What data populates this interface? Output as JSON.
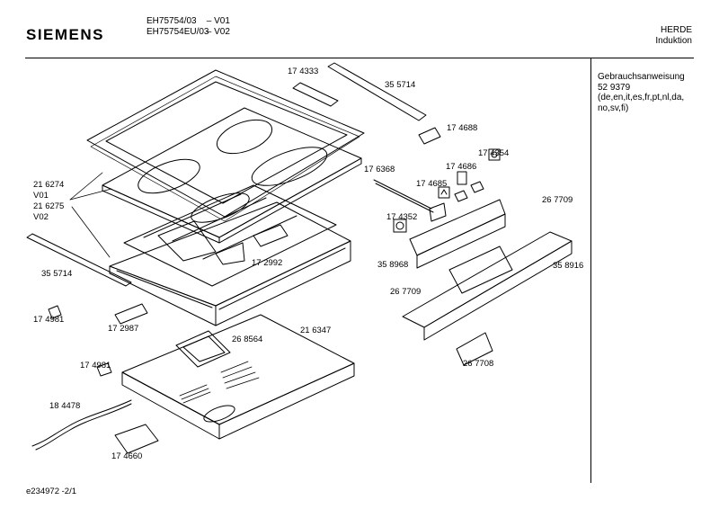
{
  "header": {
    "brand": "SIEMENS",
    "models": [
      {
        "code": "EH75754/03",
        "variant": "– V01"
      },
      {
        "code": "EH75754EU/03",
        "variant": "– V02"
      }
    ],
    "category": "HERDE",
    "subcategory": "Induktion"
  },
  "sidebar": {
    "lines": [
      "Gebrauchsanweisung",
      "52 9379",
      "(de,en,it,es,fr,pt,nl,da,",
      "no,sv,fi)"
    ]
  },
  "parts": [
    {
      "id": "p174333",
      "label": "17 4333"
    },
    {
      "id": "p355714a",
      "label": "35 5714"
    },
    {
      "id": "p174688",
      "label": "17 4688"
    },
    {
      "id": "p174354",
      "label": "17 4354"
    },
    {
      "id": "p176368",
      "label": "17 6368"
    },
    {
      "id": "p174686",
      "label": "17 4686"
    },
    {
      "id": "p174685",
      "label": "17 4685"
    },
    {
      "id": "p216274",
      "label": "21 6274"
    },
    {
      "id": "v01",
      "label": "V01"
    },
    {
      "id": "p216275",
      "label": "21 6275"
    },
    {
      "id": "v02",
      "label": "V02"
    },
    {
      "id": "p267709a",
      "label": "26 7709"
    },
    {
      "id": "p174352",
      "label": "17 4352"
    },
    {
      "id": "p172992",
      "label": "17 2992"
    },
    {
      "id": "p358968",
      "label": "35 8968"
    },
    {
      "id": "p358916",
      "label": "35 8916"
    },
    {
      "id": "p355714b",
      "label": "35 5714"
    },
    {
      "id": "p267709b",
      "label": "26 7709"
    },
    {
      "id": "p174981a",
      "label": "17 4981"
    },
    {
      "id": "p172987",
      "label": "17 2987"
    },
    {
      "id": "p216347",
      "label": "21 6347"
    },
    {
      "id": "p268564",
      "label": "26 8564"
    },
    {
      "id": "p267708",
      "label": "26 7708"
    },
    {
      "id": "p174981b",
      "label": "17 4981"
    },
    {
      "id": "p184478",
      "label": "18 4478"
    },
    {
      "id": "p174660",
      "label": "17 4660"
    }
  ],
  "footer": {
    "doc_id": "e234972 -2/1"
  }
}
